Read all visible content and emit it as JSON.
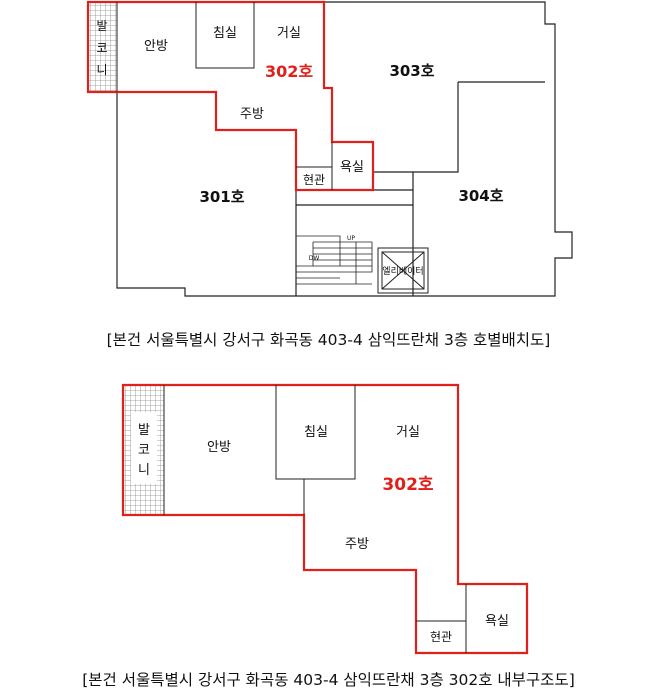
{
  "floor_plan": {
    "labels": {
      "balcony": "발\n코\n니",
      "main_room": "안방",
      "bedroom": "침실",
      "living": "거실",
      "kitchen": "주방",
      "bath": "욕실",
      "entrance": "현관",
      "unit_302": "302호",
      "unit_301": "301호",
      "unit_303": "303호",
      "unit_304": "304호",
      "stair_up": "UP",
      "stair_down": "DW",
      "elevator": "엘리베이터"
    },
    "caption": "[본건 서울특별시 강서구 화곡동 403-4 삼익뜨란채 3층 호별배치도]"
  },
  "unit_plan": {
    "labels": {
      "balcony": "발\n코\n니",
      "main_room": "안방",
      "bedroom": "침실",
      "living": "거실",
      "unit": "302호",
      "kitchen": "주방",
      "entrance": "현관",
      "bath": "욕실"
    },
    "caption": "[본건 서울특별시 강서구 화곡동 403-4 삼익뜨란채 3층 302호 내부구조도]"
  },
  "colors": {
    "highlight": "#e0201b",
    "line": "#222222",
    "hatch": "#8a8a8a"
  }
}
